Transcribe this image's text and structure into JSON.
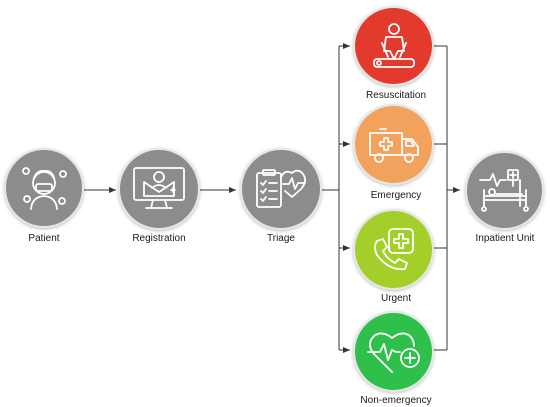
{
  "nodes": {
    "patient": {
      "label": "Patient",
      "color": "#8c8c8c",
      "icon": "patient-mask-icon"
    },
    "registration": {
      "label": "Registration",
      "color": "#8c8c8c",
      "icon": "computer-monitor-icon"
    },
    "triage": {
      "label": "Triage",
      "color": "#8c8c8c",
      "icon": "clipboard-heart-icon"
    },
    "resuscitation": {
      "label": "Resuscitation",
      "color": "#e33a2e",
      "icon": "cpr-icon"
    },
    "emergency": {
      "label": "Emergency",
      "color": "#f2a25c",
      "icon": "ambulance-icon"
    },
    "urgent": {
      "label": "Urgent",
      "color": "#a4cf2a",
      "icon": "phone-medical-icon"
    },
    "non_emergency": {
      "label": "Non-emergency",
      "color": "#2ec04a",
      "icon": "heart-pulse-icon"
    },
    "inpatient": {
      "label": "Inpatient Unit",
      "color": "#8c8c8c",
      "icon": "hospital-bed-icon"
    }
  },
  "edges": [
    [
      "patient",
      "registration"
    ],
    [
      "registration",
      "triage"
    ],
    [
      "triage",
      "resuscitation"
    ],
    [
      "triage",
      "emergency"
    ],
    [
      "triage",
      "urgent"
    ],
    [
      "triage",
      "non_emergency"
    ],
    [
      "resuscitation",
      "inpatient"
    ],
    [
      "emergency",
      "inpatient"
    ],
    [
      "urgent",
      "inpatient"
    ],
    [
      "non_emergency",
      "inpatient"
    ]
  ]
}
